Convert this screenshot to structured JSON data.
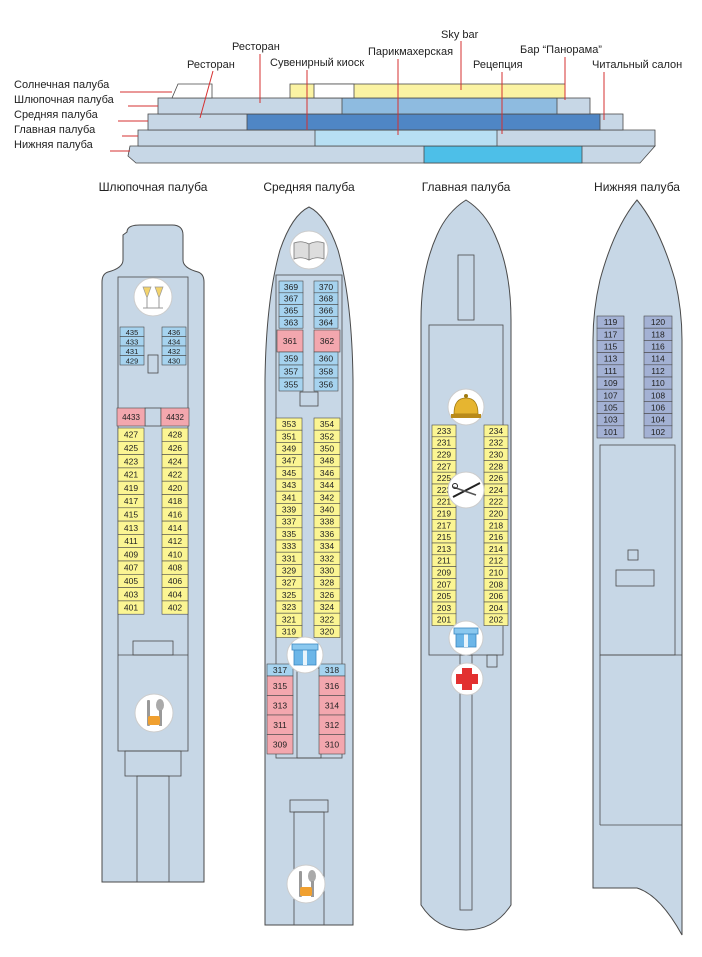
{
  "colors": {
    "hull": "#c7d7e6",
    "outline": "#4a4a4a",
    "yellow_cabin": "#fbf593",
    "blue_cabin": "#a6d3ef",
    "pink_cabin": "#f3a7ae",
    "lower_cabin": "#a3b1d4",
    "deck_mid": "#4f86c5",
    "deck_upper": "#8ebbe0",
    "deck_main": "#b7dff3",
    "deck_low": "#4dbfe8",
    "sun_deck": "#fbf3a3",
    "label_line": "#d63030",
    "red_cross": "#e23030"
  },
  "profile": {
    "deck_labels": [
      "Солнечная палуба",
      "Шлюпочная палуба",
      "Средняя палуба",
      "Главная палуба",
      "Нижняя палуба"
    ],
    "venues": [
      "Ресторан",
      "Ресторан",
      "Сувенирный киоск",
      "Парикмахерская",
      "Sky bar",
      "Рецепция",
      "Бар “Панорама”",
      "Читальный салон"
    ]
  },
  "plans": [
    {
      "title": "Шлюпочная палуба",
      "icons": [
        "champagne-glasses-icon",
        "fork-spoon-icon"
      ]
    },
    {
      "title": "Средняя палуба",
      "icons": [
        "book-icon",
        "gift-icon",
        "fork-spoon-icon"
      ]
    },
    {
      "title": "Главная палуба",
      "icons": [
        "reception-bell-icon",
        "scissors-comb-icon",
        "gift-icon",
        "red-cross-icon"
      ]
    },
    {
      "title": "Нижняя палуба",
      "icons": []
    }
  ],
  "cabins": {
    "boat": {
      "blue_left": [
        "435",
        "433",
        "431",
        "429"
      ],
      "blue_right": [
        "436",
        "434",
        "432",
        "430"
      ],
      "pink_left": "4433",
      "pink_right": "4432",
      "left": [
        "427",
        "425",
        "423",
        "421",
        "419",
        "417",
        "415",
        "413",
        "411",
        "409",
        "407",
        "405",
        "403",
        "401"
      ],
      "right": [
        "428",
        "426",
        "424",
        "422",
        "420",
        "418",
        "416",
        "414",
        "412",
        "410",
        "408",
        "406",
        "404",
        "402"
      ]
    },
    "middle": {
      "blue_top_left": [
        "369",
        "367",
        "365",
        "363"
      ],
      "blue_top_right": [
        "370",
        "368",
        "366",
        "364"
      ],
      "pink_left": "361",
      "pink_right": "362",
      "blue_mid_left": [
        "359",
        "357",
        "355"
      ],
      "blue_mid_right": [
        "360",
        "358",
        "356"
      ],
      "left": [
        "353",
        "351",
        "349",
        "347",
        "345",
        "343",
        "341",
        "339",
        "337",
        "335",
        "333",
        "331",
        "329",
        "327",
        "325",
        "323",
        "321",
        "319"
      ],
      "right": [
        "354",
        "352",
        "350",
        "348",
        "346",
        "344",
        "342",
        "340",
        "338",
        "336",
        "334",
        "332",
        "330",
        "328",
        "326",
        "324",
        "322",
        "320"
      ],
      "blue_low_left": "317",
      "blue_low_right": "318",
      "pink_low_left": [
        "315",
        "313",
        "311",
        "309"
      ],
      "pink_low_right": [
        "316",
        "314",
        "312",
        "310"
      ]
    },
    "main": {
      "left": [
        "233",
        "231",
        "229",
        "227",
        "225",
        "223",
        "221",
        "219",
        "217",
        "215",
        "213",
        "211",
        "209",
        "207",
        "205",
        "203",
        "201"
      ],
      "right": [
        "234",
        "232",
        "230",
        "228",
        "226",
        "224",
        "222",
        "220",
        "218",
        "216",
        "214",
        "212",
        "210",
        "208",
        "206",
        "204",
        "202"
      ]
    },
    "lower": {
      "left": [
        "119",
        "117",
        "115",
        "113",
        "111",
        "109",
        "107",
        "105",
        "103",
        "101"
      ],
      "right": [
        "120",
        "118",
        "116",
        "114",
        "112",
        "110",
        "108",
        "106",
        "104",
        "102"
      ]
    }
  }
}
